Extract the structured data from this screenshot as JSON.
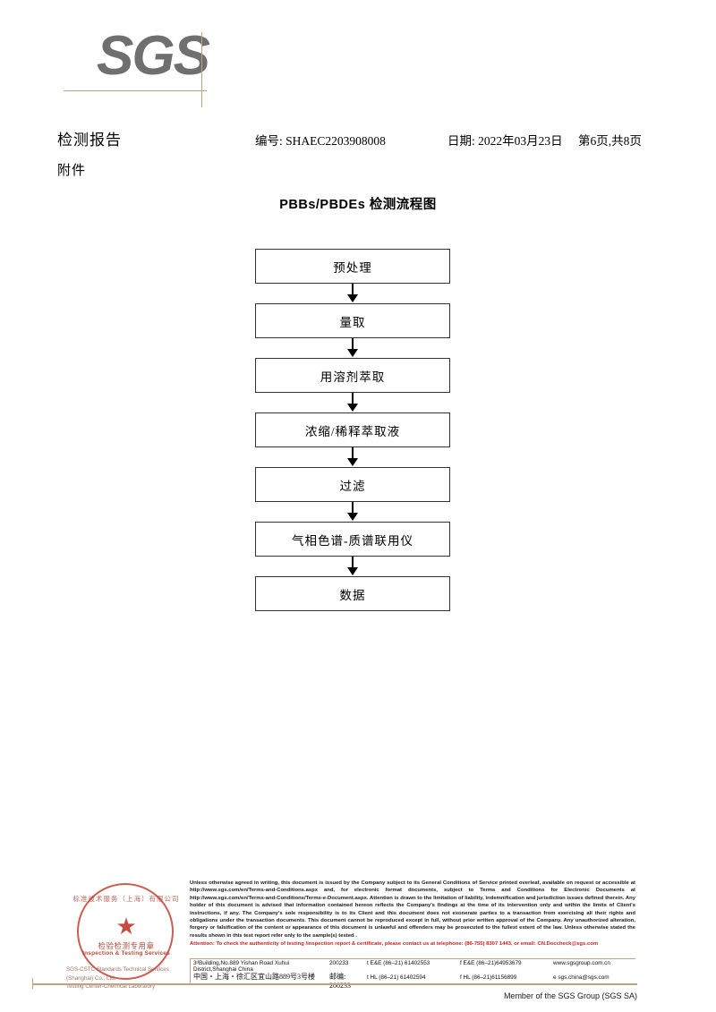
{
  "header": {
    "logo_text": "SGS",
    "doc_title": "检测报告",
    "doc_subtitle": "附件",
    "report_no": "编号: SHAEC2203908008",
    "date": "日期: 2022年03月23日",
    "page": "第6页,共8页"
  },
  "flow": {
    "title": "PBBs/PBDEs 检测流程图",
    "steps": [
      {
        "label": "预处理"
      },
      {
        "label": "量取"
      },
      {
        "label": "用溶剂萃取"
      },
      {
        "label": "浓缩/稀释萃取液"
      },
      {
        "label": "过滤"
      },
      {
        "label": "气相色谱-质谱联用仪"
      },
      {
        "label": "数据"
      }
    ]
  },
  "footer": {
    "seal": {
      "arc_top": "标准技术服务（上海）有限公司",
      "star": "★",
      "cn_label": "检验检测专用章",
      "en_label": "Inspection & Testing Services",
      "company_line1": "SGS-CSTC Standards Technical Services (Shanghai) Co., Ltd.",
      "company_line2": "Testing Center-Chemical Laboratory"
    },
    "legal": {
      "p1": "Unless otherwise agreed in writing, this document is issued by the Company subject to its General Conditions of Service printed overleaf, available on request or accessible at http://www.sgs.com/en/Terms-and-Conditions.aspx and, for electronic format documents, subject to Terms and Conditions for Electronic Documents at http://www.sgs.com/en/Terms-and-Conditions/Terms-e-Document.aspx. Attention is drawn to the limitation of liability, indemnification and jurisdiction issues defined therein. Any holder of this document is advised that information contained hereon reflects the Company's findings at the time of its intervention only and within the limits of Client's instructions, if any. The Company's sole responsibility is to its Client and this document does not exonerate parties to a transaction from exercising all their rights and obligations under the transaction documents. This document cannot be reproduced except in full, without prior written approval of the Company. Any unauthorized alteration, forgery or falsification of the content or appearance of this document is unlawful and offenders may be prosecuted to the fullest extent of the law. Unless otherwise stated the results shown in this test report refer only to the sample(s) tested .",
      "attention": "Attention: To check the authenticity of testing /inspection report & certificate, please contact us at telephone: (86-755) 8307 1443, or email: CN.Doccheck@sgs.com"
    },
    "address": {
      "en": {
        "street": "3ᵈBuilding,No.889 Yishan Road Xuhui District,Shanghai China",
        "zip": "200233",
        "tel1": "t E&E (86–21) 61402553",
        "tel2": "f E&E (86–21)64953679",
        "web": "www.sgsgroup.com.cn"
      },
      "cn": {
        "street": "中国・上海・徐汇区宜山路889号3号楼",
        "zip": "邮编: 200233",
        "tel1": "t HL (86–21) 61402594",
        "tel2": "f HL (86–21)61156899",
        "web": "e  sgs.china@sgs.com"
      }
    },
    "member": "Member of the SGS Group (SGS SA)"
  },
  "colors": {
    "logo_gray": "#6f6f6f",
    "rule_tan": "#c2a17c",
    "seal_red": "#c0392b",
    "attention_red": "#cc1f1f"
  }
}
